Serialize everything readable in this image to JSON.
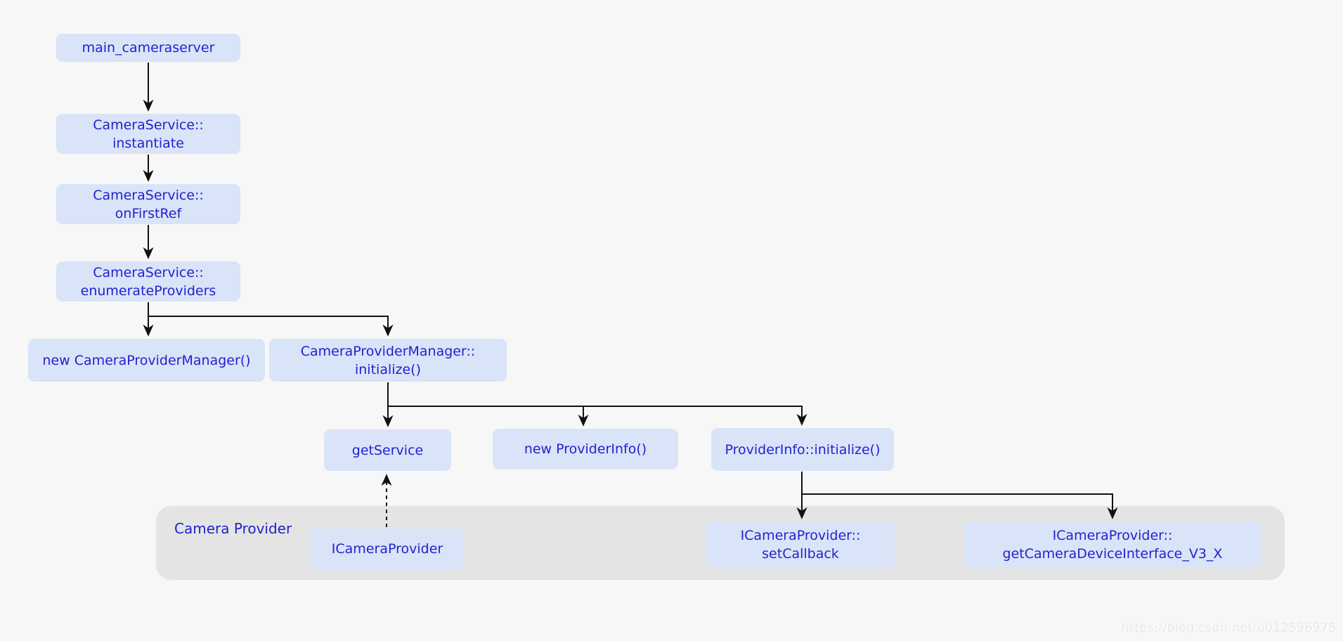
{
  "colors": {
    "background": "#f7f7f7",
    "node_fill": "#d9e4f8",
    "node_text": "#2222cf",
    "group_fill": "#e4e4e4",
    "arrow": "#111111"
  },
  "nodes": {
    "main_cameraserver": [
      "main_cameraserver"
    ],
    "camera_service_instantiate": [
      "CameraService::",
      "instantiate"
    ],
    "camera_service_on_first_ref": [
      "CameraService::",
      "onFirstRef"
    ],
    "camera_service_enumerate_providers": [
      "CameraService::",
      "enumerateProviders"
    ],
    "new_camera_provider_manager": [
      "new CameraProviderManager()"
    ],
    "camera_provider_manager_initialize": [
      "CameraProviderManager::",
      "initialize()"
    ],
    "get_service": [
      "getService"
    ],
    "new_provider_info": [
      "new ProviderInfo()"
    ],
    "provider_info_initialize": [
      "ProviderInfo::initialize()"
    ],
    "icamera_provider": [
      "ICameraProvider"
    ],
    "icamera_provider_set_callback": [
      "ICameraProvider::",
      "setCallback"
    ],
    "icamera_provider_get_camera_device_interface": [
      "ICameraProvider::",
      "getCameraDeviceInterface_V3_X"
    ]
  },
  "group": {
    "label": "Camera Provider"
  },
  "edges": [
    {
      "from": "main_cameraserver",
      "to": "camera_service_instantiate",
      "style": "solid"
    },
    {
      "from": "camera_service_instantiate",
      "to": "camera_service_on_first_ref",
      "style": "solid"
    },
    {
      "from": "camera_service_on_first_ref",
      "to": "camera_service_enumerate_providers",
      "style": "solid"
    },
    {
      "from": "camera_service_enumerate_providers",
      "to": "new_camera_provider_manager",
      "style": "solid"
    },
    {
      "from": "camera_service_enumerate_providers",
      "to": "camera_provider_manager_initialize",
      "style": "solid"
    },
    {
      "from": "camera_provider_manager_initialize",
      "to": "get_service",
      "style": "solid"
    },
    {
      "from": "camera_provider_manager_initialize",
      "to": "new_provider_info",
      "style": "solid"
    },
    {
      "from": "camera_provider_manager_initialize",
      "to": "provider_info_initialize",
      "style": "solid"
    },
    {
      "from": "provider_info_initialize",
      "to": "icamera_provider_set_callback",
      "style": "solid"
    },
    {
      "from": "provider_info_initialize",
      "to": "icamera_provider_get_camera_device_interface",
      "style": "solid"
    },
    {
      "from": "icamera_provider",
      "to": "get_service",
      "style": "dashed"
    }
  ],
  "watermark": "https://blog.csdn.net/u012596975"
}
